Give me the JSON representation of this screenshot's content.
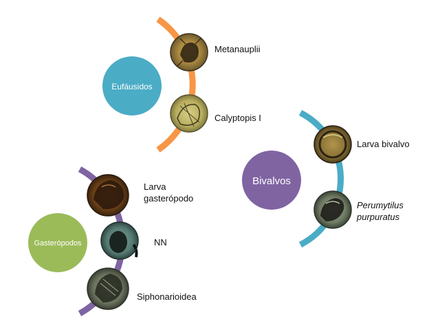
{
  "colors": {
    "euphausiids_arc": "#F79646",
    "euphausiids_circle": "#4BACC6",
    "bivalves_arc": "#4BACC6",
    "bivalves_circle": "#8064A2",
    "gastropods_arc": "#8064A2",
    "gastropods_circle": "#9BBB59"
  },
  "groups": {
    "euphausiids": {
      "label": "Eufáusidos",
      "items": [
        {
          "label": "Metanauplii",
          "image": "metanauplii-larva-photo"
        },
        {
          "label": "Calyptopis I",
          "image": "calyptopis-larva-photo"
        }
      ]
    },
    "bivalves": {
      "label": "Bivalvos",
      "items": [
        {
          "label": "Larva bivalvo",
          "image": "bivalve-larva-photo"
        },
        {
          "label_line1": "Perumytilus",
          "label_line2": "purpuratus",
          "image": "perumytilus-larva-photo"
        }
      ]
    },
    "gastropods": {
      "label": "Gasterópodos",
      "items": [
        {
          "label_line1": "Larva",
          "label_line2": "gasterópodo",
          "image": "gastropod-larva-photo"
        },
        {
          "label": "NN",
          "image": "nn-larva-photo"
        },
        {
          "label": "Siphonarioidea",
          "image": "siphonarioidea-larva-photo"
        }
      ]
    }
  }
}
